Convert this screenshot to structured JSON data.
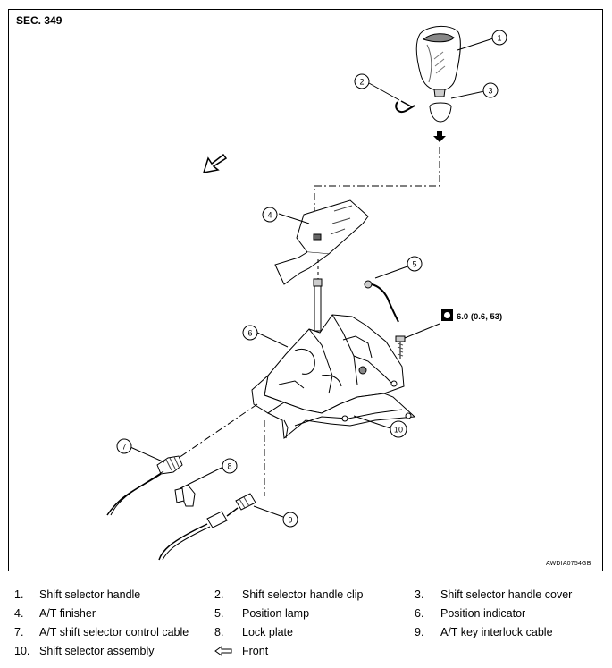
{
  "section": "SEC. 349",
  "drawing_code": "AWDIA0754GB",
  "torque": "6.0 (0.6, 53)",
  "callouts": [
    "1",
    "2",
    "3",
    "4",
    "5",
    "6",
    "7",
    "8",
    "9",
    "10"
  ],
  "legend": [
    {
      "num": "1.",
      "label": "Shift selector handle"
    },
    {
      "num": "2.",
      "label": "Shift selector handle clip"
    },
    {
      "num": "3.",
      "label": "Shift selector handle cover"
    },
    {
      "num": "4.",
      "label": "A/T finisher"
    },
    {
      "num": "5.",
      "label": "Position lamp"
    },
    {
      "num": "6.",
      "label": "Position indicator"
    },
    {
      "num": "7.",
      "label": "A/T shift selector control cable"
    },
    {
      "num": "8.",
      "label": "Lock plate"
    },
    {
      "num": "9.",
      "label": "A/T key interlock cable"
    },
    {
      "num": "10.",
      "label": "Shift selector assembly"
    }
  ],
  "front_label": "Front"
}
